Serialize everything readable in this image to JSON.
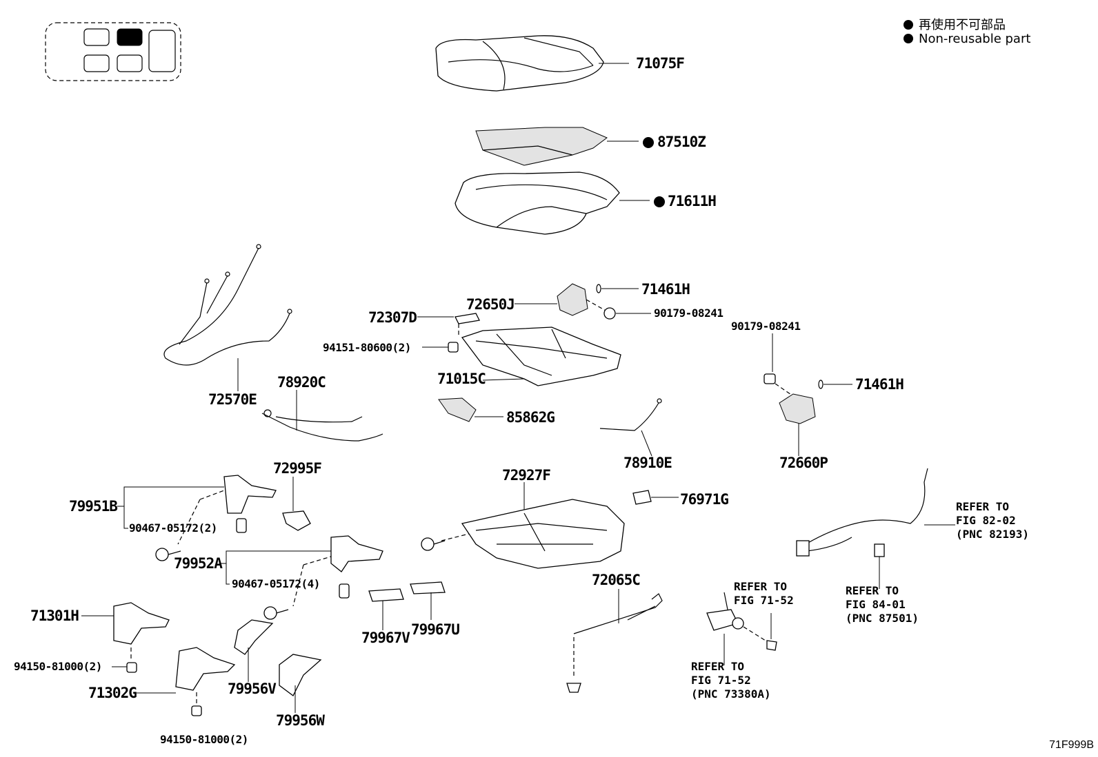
{
  "legend": {
    "jp": "再使用不可部品",
    "en": "Non-reusable part"
  },
  "figure_id": "71F999B",
  "labels": {
    "p71075F": "71075F",
    "p87510Z": "87510Z",
    "p71611H": "71611H",
    "p71461H_a": "71461H",
    "p90179_a": "90179-08241",
    "p72650J": "72650J",
    "p72307D": "72307D",
    "p94151": "94151-80600(2)",
    "p90179_b": "90179-08241",
    "p71461H_b": "71461H",
    "p71015C": "71015C",
    "p72570E": "72570E",
    "p78920C": "78920C",
    "p85862G": "85862G",
    "p78910E": "78910E",
    "p72660P": "72660P",
    "p72995F": "72995F",
    "p72927F": "72927F",
    "p76971G": "76971G",
    "p79951B": "79951B",
    "p90467_a": "90467-05172(2)",
    "p79952A": "79952A",
    "p90467_b": "90467-05172(4)",
    "p71301H": "71301H",
    "p94150_a": "94150-81000(2)",
    "p71302G": "71302G",
    "p94150_b": "94150-81000(2)",
    "p79956V": "79956V",
    "p79956W": "79956W",
    "p79967V": "79967V",
    "p79967U": "79967U",
    "p72065C": "72065C"
  },
  "refers": {
    "r1": "REFER TO\nFIG 82-02\n(PNC 82193)",
    "r2": "REFER TO\nFIG 84-01\n(PNC 87501)",
    "r3": "REFER TO\nFIG 71-52",
    "r4": "REFER TO\nFIG 71-52\n(PNC 73380A)"
  }
}
